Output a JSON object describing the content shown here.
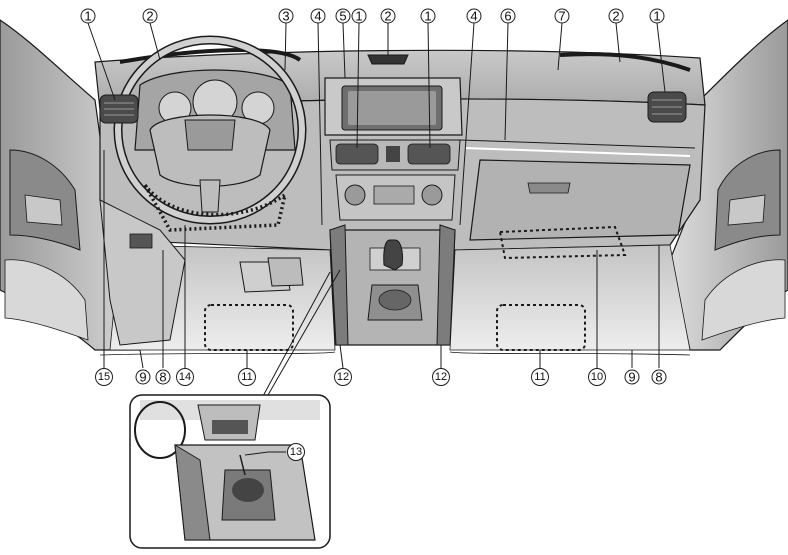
{
  "diagram": {
    "top_callouts": [
      "1",
      "2",
      "3",
      "4",
      "5",
      "1",
      "2",
      "1",
      "4",
      "6",
      "7",
      "2",
      "1"
    ],
    "bottom_callouts": [
      "15",
      "9",
      "8",
      "14",
      "11",
      "12",
      "12",
      "11",
      "10",
      "9",
      "8"
    ],
    "inset_callout": "13"
  },
  "colors": {
    "line": "#1a1a1a",
    "panel_gray": "#b9b9b9",
    "light_gray": "#e2e2e2",
    "mid_gray": "#8f8f8f"
  }
}
